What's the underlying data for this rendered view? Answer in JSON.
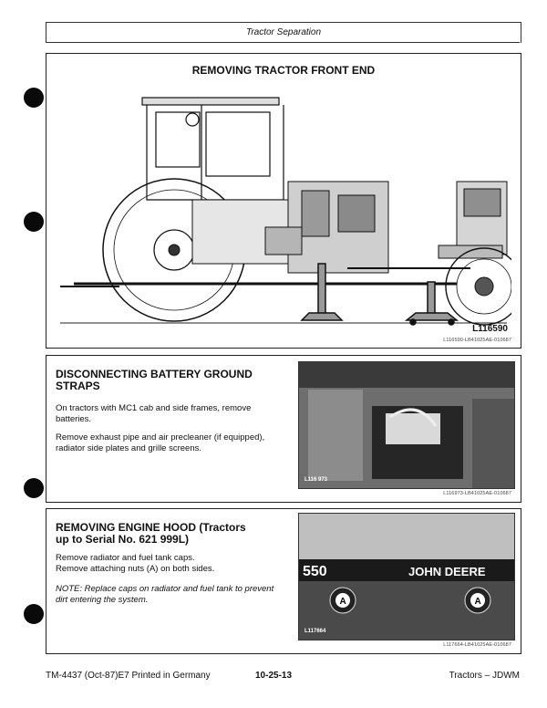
{
  "header": {
    "title": "Tractor Separation"
  },
  "section1": {
    "title": "REMOVING TRACTOR FRONT END",
    "figure_id": "L116590",
    "figure_code": "L116590-LB41025AE-010687"
  },
  "section2": {
    "title_line1": "DISCONNECTING BATTERY GROUND",
    "title_line2": "STRAPS",
    "para1": "On tractors with MC1 cab and side frames, remove batteries.",
    "para2": "Remove exhaust pipe and air precleaner (if equipped), radiator side plates and grille screens.",
    "photo_id": "L116 973",
    "figure_code": "L116973-LB41025AE-010687"
  },
  "section3": {
    "title_line1": "REMOVING ENGINE HOOD (Tractors",
    "title_line2": "up to Serial No. 621 999L)",
    "para1": "Remove radiator and fuel tank caps.",
    "para2": "Remove attaching nuts (A) on both sides.",
    "note": "NOTE: Replace caps on radiator and fuel tank to prevent dirt entering the system.",
    "photo_brand": "JOHN DEERE",
    "photo_model": "550",
    "callout": "A",
    "photo_id": "L117664",
    "figure_code": "L117664-LB41025AE-010687"
  },
  "footer": {
    "left": "TM-4437 (Oct-87)E7 Printed in Germany",
    "center": "10-25-13",
    "right": "Tractors – JDWM"
  }
}
